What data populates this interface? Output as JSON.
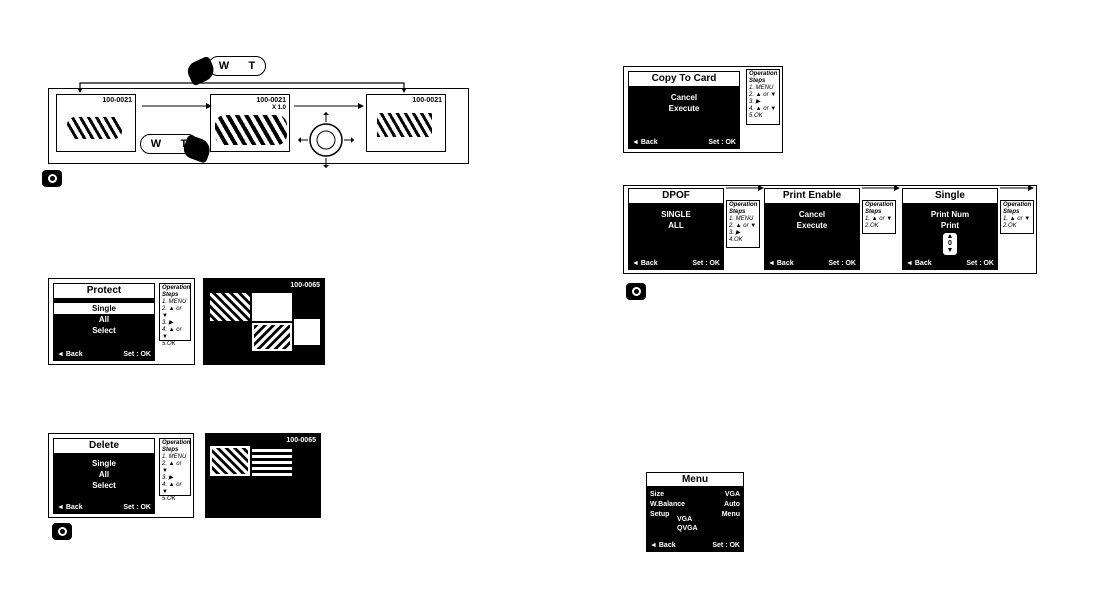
{
  "top": {
    "frame_labels": [
      "100-0021",
      "100-0021",
      "100-0021"
    ],
    "zoom_value": "X 1.0",
    "zoom_left": "W",
    "zoom_right": "T"
  },
  "copy_to_card": {
    "title": "Copy To Card",
    "items": [
      "Cancel",
      "Execute"
    ],
    "back": "Back",
    "set": "Set : OK",
    "ops_title": "Operation Steps",
    "steps": [
      "1. MENU",
      "2. ▲ or ▼",
      "3. ▶",
      "4. ▲ or ▼",
      "5.OK"
    ]
  },
  "dpof": {
    "panels": [
      {
        "title": "DPOF",
        "items": [
          "SINGLE",
          "ALL"
        ],
        "steps": [
          "1. MENU",
          "2. ▲ or ▼",
          "3. ▶",
          "4.OK"
        ]
      },
      {
        "title": "Print Enable",
        "items": [
          "Cancel",
          "Execute"
        ],
        "steps": [
          "1. ▲ or ▼",
          "2.OK"
        ]
      },
      {
        "title": "Single",
        "items": [
          "Print Num",
          "Print"
        ],
        "counter": "0",
        "steps": [
          "1. ▲ or ▼",
          "2.OK"
        ]
      }
    ],
    "back": "Back",
    "set": "Set : OK",
    "ops_title": "Operation Steps"
  },
  "protect": {
    "title": "Protect",
    "items": [
      "Single",
      "All",
      "Select"
    ],
    "back": "Back",
    "set": "Set : OK",
    "ops_title": "Operation Steps",
    "steps": [
      "1. MENU",
      "2. ▲ or ▼",
      "3. ▶",
      "4. ▲ or ▼",
      "5.OK"
    ],
    "thumb_label": "100-0065"
  },
  "delete": {
    "title": "Delete",
    "items": [
      "Single",
      "All",
      "Select"
    ],
    "back": "Back",
    "set": "Set : OK",
    "ops_title": "Operation Steps",
    "steps": [
      "1. MENU",
      "2. ▲ or ▼",
      "3. ▶",
      "4. ▲ or ▼",
      "5.OK"
    ],
    "thumb_label": "100-0065"
  },
  "menu": {
    "title": "Menu",
    "rows": [
      {
        "label": "Size",
        "value": "VGA"
      },
      {
        "label": "W.Balance",
        "value": "Auto"
      },
      {
        "label": "Setup",
        "value": "Menu"
      }
    ],
    "sub_options": [
      "VGA",
      "QVGA"
    ],
    "back": "Back",
    "set": "Set : OK"
  }
}
